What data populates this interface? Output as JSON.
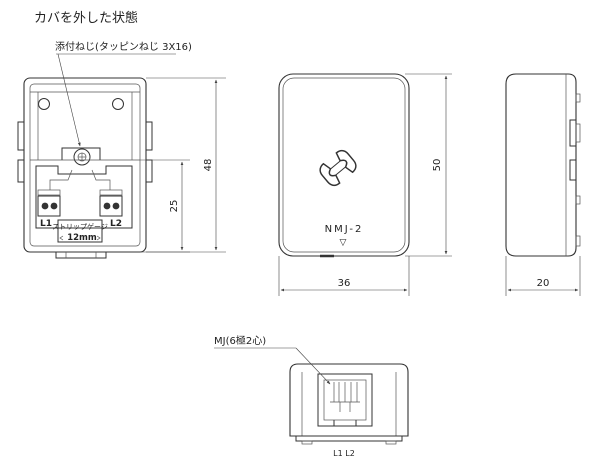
{
  "caption": "カバを外した状態",
  "screw_label": "添付ねじ(タッピンねじ 3X16)",
  "front_open": {
    "terminal_left": "L1",
    "terminal_right": "L2",
    "strip_label": "ストリップゲージ",
    "strip_value": "12mm",
    "dim_height": "48",
    "dim_inner": "25"
  },
  "front_cover": {
    "model": "NMJ-2",
    "mark": "▽",
    "icon": "phone-icon",
    "dim_height": "50",
    "dim_width": "36"
  },
  "side_view": {
    "dim_depth": "20"
  },
  "bottom_view": {
    "jack_label": "MJ(6極2心)",
    "pins_label": "L1 L2"
  }
}
